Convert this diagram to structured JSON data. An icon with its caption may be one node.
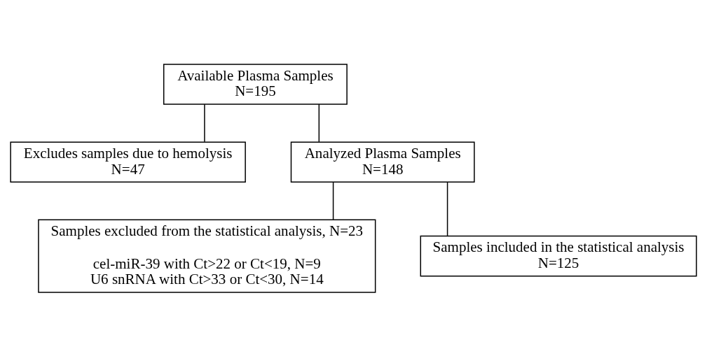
{
  "diagram": {
    "nodes": [
      {
        "text": [
          "Available Plasma Samples",
          "N=195"
        ]
      },
      {
        "text": [
          "Excludes samples due to hemolysis",
          "N=47"
        ]
      },
      {
        "text": [
          "Analyzed Plasma Samples",
          "N=148"
        ]
      },
      {
        "text": [
          "Samples excluded from the statistical analysis, N=23",
          "cel-miR-39 with Ct>22 or Ct<19, N=9",
          "U6 snRNA with Ct>33 or Ct<30, N=14"
        ]
      },
      {
        "text": [
          "Samples included in the statistical analysis",
          "N=125"
        ]
      }
    ],
    "edges": [
      {
        "from": 0,
        "to": 1,
        "arrow": "none"
      },
      {
        "from": 0,
        "to": 2,
        "arrow": "none"
      },
      {
        "from": 2,
        "to": 3,
        "arrow": "none"
      },
      {
        "from": 2,
        "to": 4,
        "arrow": "none"
      }
    ]
  }
}
